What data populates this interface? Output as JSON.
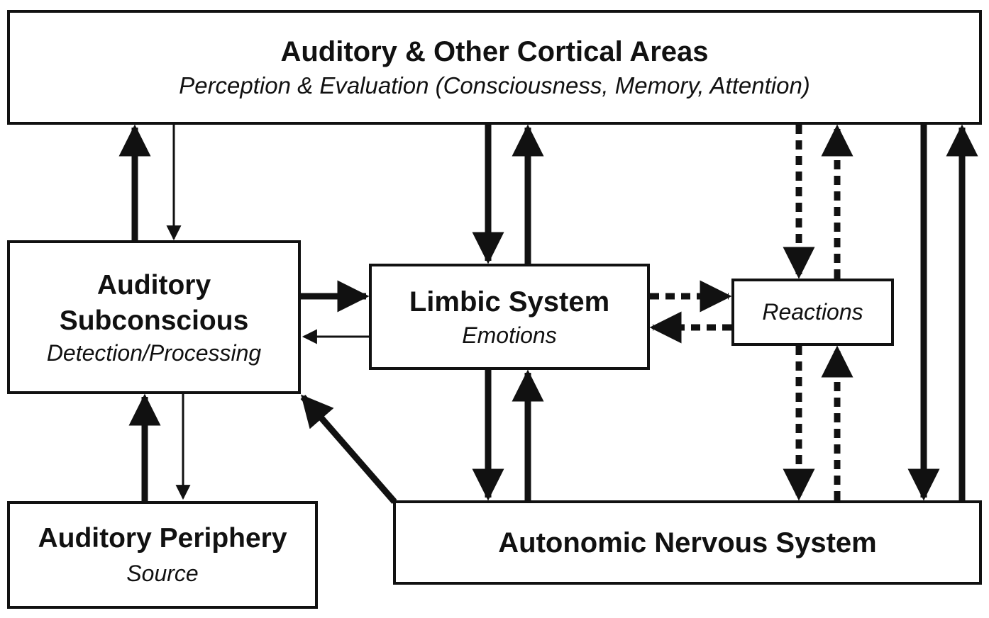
{
  "diagram": {
    "nodes": {
      "cortical": {
        "title": "Auditory & Other Cortical Areas",
        "subtitle": "Perception & Evaluation (Consciousness, Memory, Attention)"
      },
      "subconscious": {
        "title_line1": "Auditory",
        "title_line2": "Subconscious",
        "subtitle": "Detection/Processing"
      },
      "limbic": {
        "title": "Limbic System",
        "subtitle": "Emotions"
      },
      "reactions": {
        "subtitle": "Reactions"
      },
      "periphery": {
        "title": "Auditory Periphery",
        "subtitle": "Source"
      },
      "ans": {
        "title": "Autonomic Nervous System"
      }
    },
    "edges": [
      {
        "from": "subconscious",
        "to": "cortical",
        "style": "thick"
      },
      {
        "from": "cortical",
        "to": "subconscious",
        "style": "thin"
      },
      {
        "from": "cortical",
        "to": "limbic",
        "style": "thick"
      },
      {
        "from": "limbic",
        "to": "cortical",
        "style": "thick"
      },
      {
        "from": "cortical",
        "to": "reactions",
        "style": "dotted"
      },
      {
        "from": "reactions",
        "to": "cortical",
        "style": "dotted"
      },
      {
        "from": "cortical",
        "to": "ans",
        "style": "thick"
      },
      {
        "from": "ans",
        "to": "cortical",
        "style": "thick"
      },
      {
        "from": "subconscious",
        "to": "limbic",
        "style": "thick"
      },
      {
        "from": "limbic",
        "to": "subconscious",
        "style": "thin"
      },
      {
        "from": "limbic",
        "to": "reactions",
        "style": "dotted"
      },
      {
        "from": "reactions",
        "to": "limbic",
        "style": "dotted"
      },
      {
        "from": "periphery",
        "to": "subconscious",
        "style": "thick"
      },
      {
        "from": "subconscious",
        "to": "periphery",
        "style": "thin"
      },
      {
        "from": "limbic",
        "to": "ans",
        "style": "thick"
      },
      {
        "from": "ans",
        "to": "limbic",
        "style": "thick"
      },
      {
        "from": "reactions",
        "to": "ans",
        "style": "dotted"
      },
      {
        "from": "ans",
        "to": "reactions",
        "style": "dotted"
      },
      {
        "from": "ans",
        "to": "subconscious",
        "style": "thick"
      }
    ]
  }
}
